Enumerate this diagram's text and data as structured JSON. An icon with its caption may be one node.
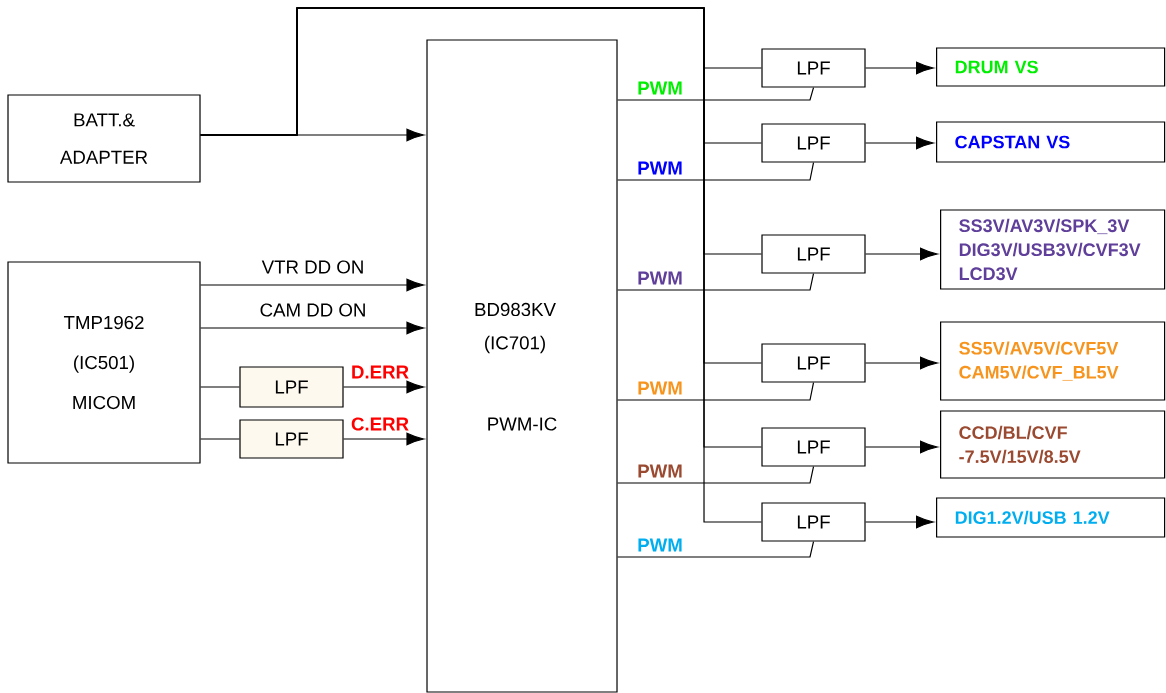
{
  "diagram": {
    "nodes": [
      {
        "text": [
          "BATT.& ADAPTER"
        ]
      },
      {
        "text": [
          "TMP1962 (IC501) MICOM"
        ]
      },
      {
        "text": [
          "LPF"
        ]
      },
      {
        "text": [
          "LPF"
        ]
      },
      {
        "text": [
          "BD983KV (IC701)",
          "PWM-IC"
        ]
      },
      {
        "text": [
          "LPF"
        ]
      },
      {
        "text": [
          "LPF"
        ]
      },
      {
        "text": [
          "LPF"
        ]
      },
      {
        "text": [
          "LPF"
        ]
      },
      {
        "text": [
          "LPF"
        ]
      },
      {
        "text": [
          "LPF"
        ]
      },
      {
        "text": [
          "DRUM VS"
        ]
      },
      {
        "text": [
          "CAPSTAN VS"
        ]
      },
      {
        "text": [
          "SS3V/AV3V/SPK_3V DIG3V/USB3V/CVF3V LCD3V"
        ]
      },
      {
        "text": [
          "SS5V/AV5V/CVF5V CAM5V/CVF_BL5V"
        ]
      },
      {
        "text": [
          "CCD/BL/CVF -7.5V/15V/8.5V"
        ]
      },
      {
        "text": [
          "DIG1.2V/USB 1.2V"
        ]
      }
    ],
    "edges": [
      {
        "from": 0,
        "to": 4,
        "arrow": "to"
      },
      {
        "from": 0,
        "to": 5,
        "arrow": "none"
      },
      {
        "from": 0,
        "to": 6,
        "arrow": "none"
      },
      {
        "from": 0,
        "to": 7,
        "arrow": "none"
      },
      {
        "from": 0,
        "to": 8,
        "arrow": "none"
      },
      {
        "from": 0,
        "to": 9,
        "arrow": "none"
      },
      {
        "from": 0,
        "to": 10,
        "arrow": "none"
      },
      {
        "from": 1,
        "to": 4,
        "arrow": "to",
        "label": "VTR  DD  ON"
      },
      {
        "from": 1,
        "to": 4,
        "arrow": "to",
        "label": "CAM  DD  ON"
      },
      {
        "from": 1,
        "to": 2,
        "arrow": "none"
      },
      {
        "from": 2,
        "to": 4,
        "arrow": "to",
        "label": "D.ERR"
      },
      {
        "from": 1,
        "to": 3,
        "arrow": "none"
      },
      {
        "from": 3,
        "to": 4,
        "arrow": "to",
        "label": "C.ERR"
      },
      {
        "from": 4,
        "to": 5,
        "arrow": "none",
        "label": "PWM"
      },
      {
        "from": 4,
        "to": 6,
        "arrow": "none",
        "label": "PWM"
      },
      {
        "from": 4,
        "to": 7,
        "arrow": "none",
        "label": "PWM"
      },
      {
        "from": 4,
        "to": 8,
        "arrow": "none",
        "label": "PWM"
      },
      {
        "from": 4,
        "to": 9,
        "arrow": "none",
        "label": "PWM"
      },
      {
        "from": 4,
        "to": 10,
        "arrow": "none",
        "label": "PWM"
      },
      {
        "from": 5,
        "to": 11,
        "arrow": "to"
      },
      {
        "from": 6,
        "to": 12,
        "arrow": "to"
      },
      {
        "from": 7,
        "to": 13,
        "arrow": "to"
      },
      {
        "from": 8,
        "to": 14,
        "arrow": "to"
      },
      {
        "from": 9,
        "to": 15,
        "arrow": "to"
      },
      {
        "from": 10,
        "to": 16,
        "arrow": "to"
      }
    ]
  }
}
